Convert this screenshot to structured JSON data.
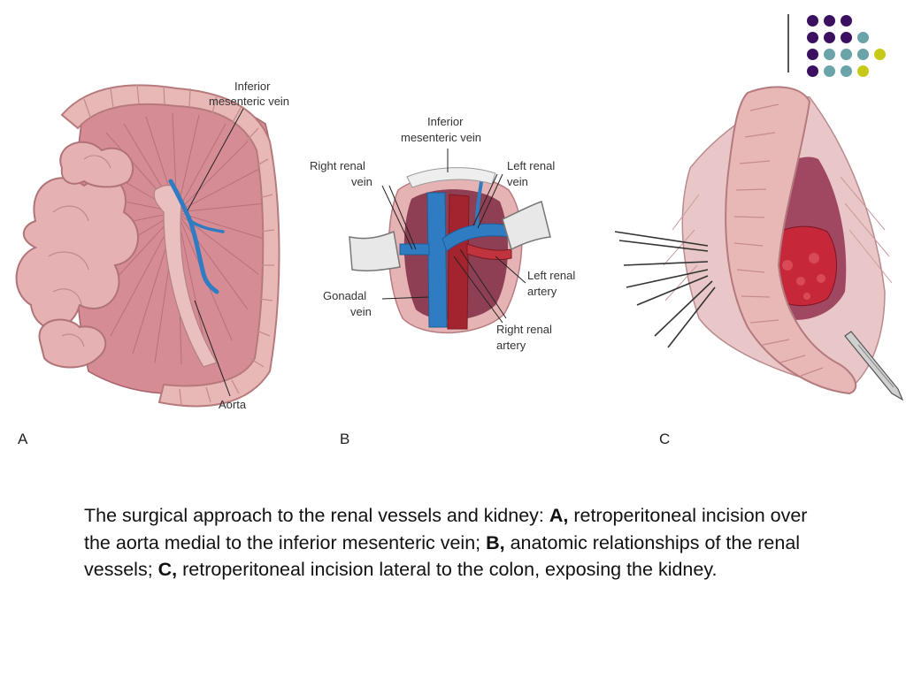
{
  "colors": {
    "purple": "#3b1061",
    "teal": "#6aa3a8",
    "olive": "#c8c816",
    "colon": "#e8b8b6",
    "vein": "#2f7cc2",
    "artery": "#a3242e"
  },
  "panels": {
    "a": {
      "letter": "A",
      "labels": {
        "imv_line1": "Inferior",
        "imv_line2": "mesenteric vein",
        "aorta": "Aorta"
      }
    },
    "b": {
      "letter": "B",
      "labels": {
        "imv_line1": "Inferior",
        "imv_line2": "mesenteric vein",
        "right_renal_vein_1": "Right renal",
        "right_renal_vein_2": "vein",
        "left_renal_vein_1": "Left renal",
        "left_renal_vein_2": "vein",
        "left_renal_artery_1": "Left renal",
        "left_renal_artery_2": "artery",
        "gonadal_vein_1": "Gonadal",
        "gonadal_vein_2": "vein",
        "right_renal_artery_1": "Right renal",
        "right_renal_artery_2": "artery"
      }
    },
    "c": {
      "letter": "C"
    }
  },
  "caption": {
    "intro": "The surgical approach to the renal vessels and kidney: ",
    "a_label": "A,",
    "a_text": " retroperitoneal incision over the aorta medial to the inferior mesenteric vein; ",
    "b_label": "B,",
    "b_text": " anatomic relationships of the renal vessels; ",
    "c_label": "C,",
    "c_text": " retroperitoneal incision lateral to the colon, exposing the kidney."
  }
}
